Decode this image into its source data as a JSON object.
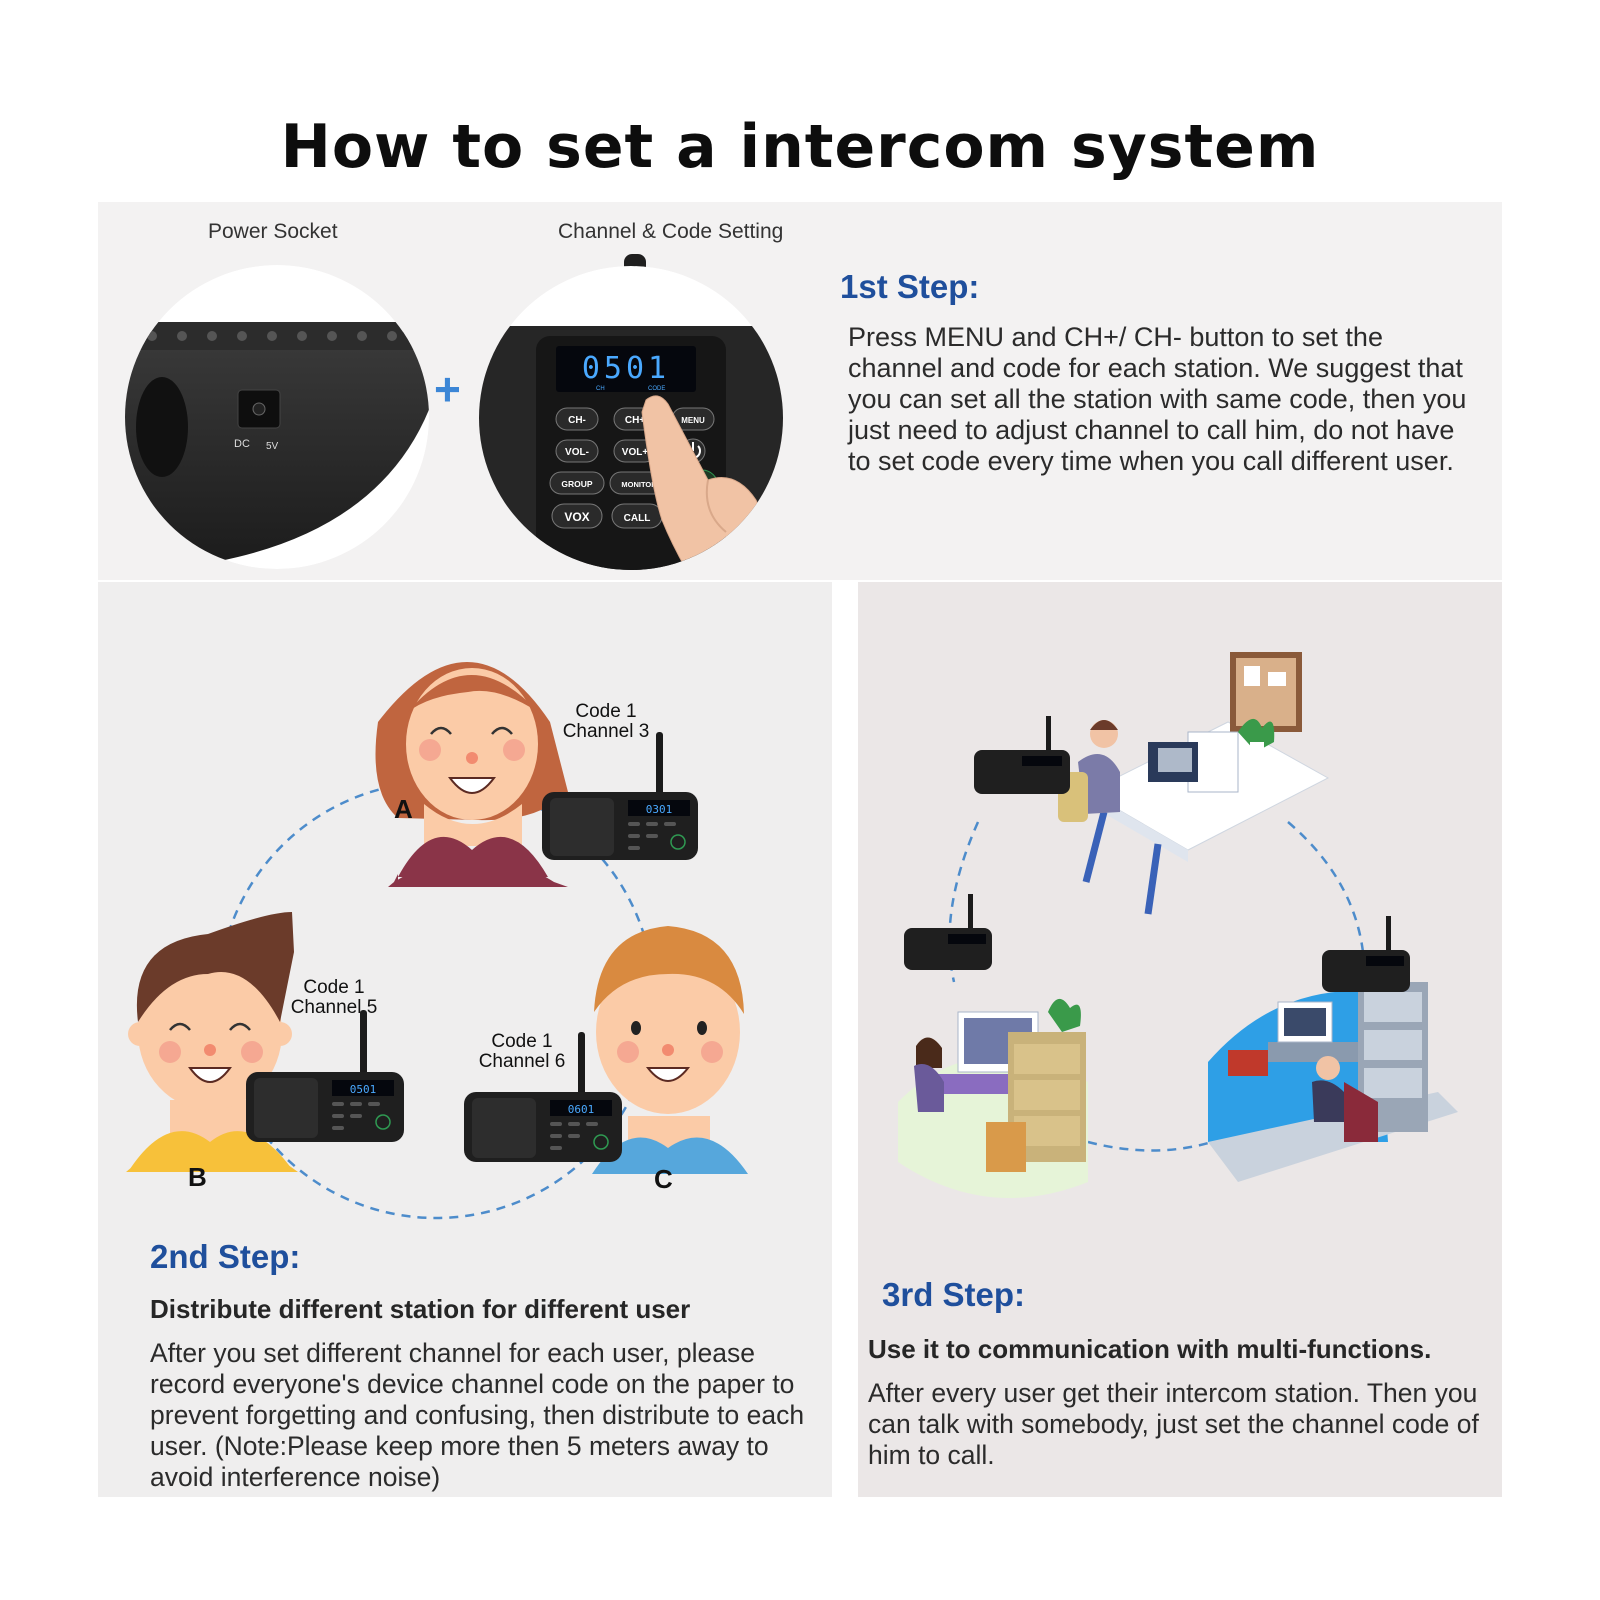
{
  "title": "How to set a intercom system",
  "step1": {
    "caption_left": "Power Socket",
    "caption_right": "Channel & Code Setting",
    "heading": "1st Step:",
    "body": "Press MENU and CH+/ CH- button to set the channel and code for each station. We suggest that you can set all the station with same code, then you just need to adjust channel to call him, do not have to set code every time when you call different user.",
    "plus": "+",
    "socket_labels": {
      "dc": "DC",
      "v": "5V"
    },
    "display": "0501",
    "display_sub": {
      "ch": "CH",
      "code": "CODE"
    },
    "keys": {
      "ch_minus": "CH-",
      "ch_plus": "CH+",
      "menu": "MENU",
      "vol_minus": "VOL-",
      "vol_plus": "VOL+",
      "group": "GROUP",
      "monitor": "MONITOR",
      "vox": "VOX",
      "call": "CALL"
    }
  },
  "step2": {
    "heading": "2nd Step:",
    "subheading": "Distribute different station for different user",
    "body": "After you set different channel for each user, please record everyone's device channel code on the paper to prevent forgetting and confusing, then distribute to each user. (Note:Please keep more then 5 meters away to avoid interference noise)",
    "users": [
      {
        "letter": "A",
        "code": "Code 1",
        "channel": "Channel 3",
        "display": "0301"
      },
      {
        "letter": "B",
        "code": "Code 1",
        "channel": "Channel 5",
        "display": "0501"
      },
      {
        "letter": "C",
        "code": "Code 1",
        "channel": "Channel 6",
        "display": "0601"
      }
    ]
  },
  "step3": {
    "heading": "3rd Step:",
    "subheading": "Use it to communication with multi-functions.",
    "body": "After every user get their intercom station. Then you can talk with somebody, just set the channel code of him to call."
  },
  "colors": {
    "heading_blue": "#1f4f9c",
    "plus_blue": "#3b86d6",
    "display_blue": "#4aa9ff",
    "dash_blue": "#4d8ccb",
    "skin": "#fbcba7",
    "hair_a": "#c0653f",
    "shirt_a": "#8a3448",
    "hair_b": "#6b3b2a",
    "shirt_b": "#f7c13a",
    "hair_c": "#d98a40",
    "shirt_c": "#56a7dc"
  }
}
